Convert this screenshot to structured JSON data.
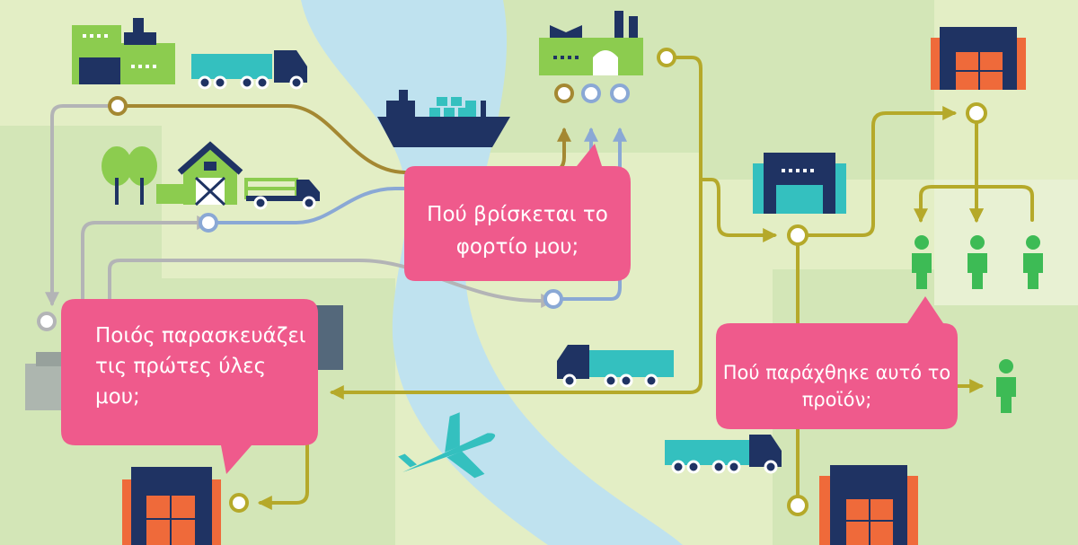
{
  "questions": {
    "cargo_location": "Πού βρίσκεται το φορτίο μου;",
    "raw_materials": "Ποιός παρασκευάζει τις πρώτες ύλες μου;",
    "product_origin": "Πού παράχθηκε αυτό το προϊόν;"
  },
  "colors": {
    "bubble": "#ef5a8c",
    "river": "#bfe2ef",
    "land_light": "#e3eec5",
    "land_green": "#d3e6b7",
    "olive_route": "#b5a92a",
    "brown_route": "#a48832",
    "blue_route": "#8aa8d5",
    "grey_route": "#b3b4b6",
    "navy": "#1f3363",
    "teal": "#34c0bf",
    "factory_green": "#8ccc4f",
    "orange_door": "#ef6a3a",
    "person_green": "#3dbb55"
  },
  "icons": [
    "factory-icon",
    "truck-icon",
    "ship-icon",
    "barn-icon",
    "tree-icon",
    "warehouse-icon",
    "person-icon",
    "airplane-icon"
  ]
}
